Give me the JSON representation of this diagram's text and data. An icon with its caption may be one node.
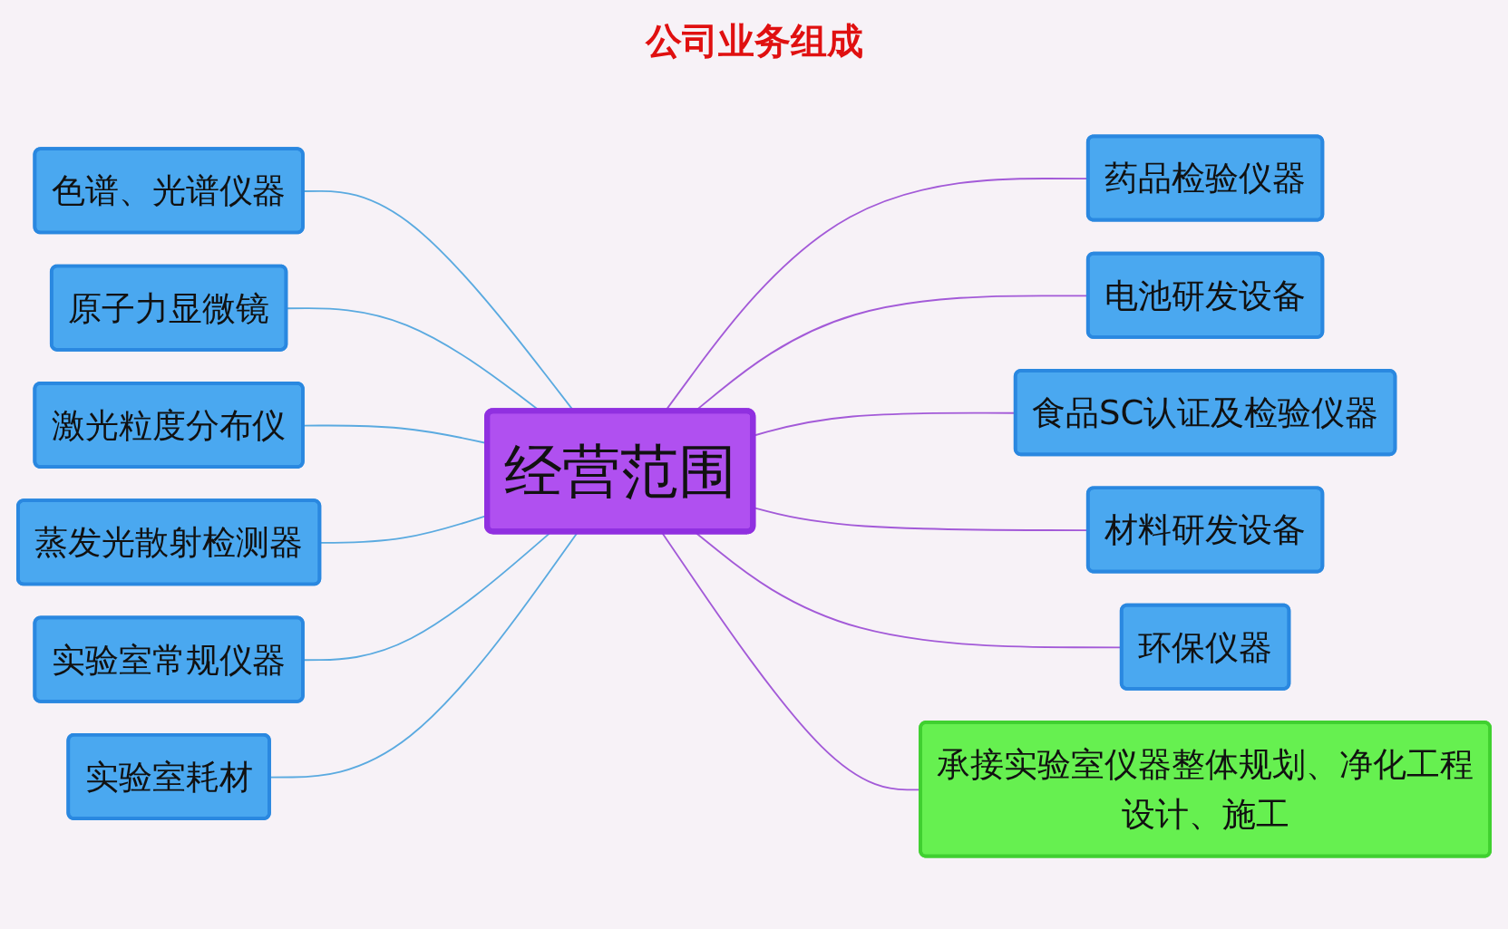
{
  "diagram": {
    "title": "公司业务组成",
    "nodes": [
      {
        "text": [
          "经营范围"
        ]
      },
      {
        "text": [
          "色谱、光谱仪器"
        ]
      },
      {
        "text": [
          "原子力显微镜"
        ]
      },
      {
        "text": [
          "激光粒度分布仪"
        ]
      },
      {
        "text": [
          "蒸发光散射检测器"
        ]
      },
      {
        "text": [
          "实验室常规仪器"
        ]
      },
      {
        "text": [
          "实验室耗材"
        ]
      },
      {
        "text": [
          "药品检验仪器"
        ]
      },
      {
        "text": [
          "电池研发设备"
        ]
      },
      {
        "text": [
          "食品SC认证及检验仪器"
        ]
      },
      {
        "text": [
          "材料研发设备"
        ]
      },
      {
        "text": [
          "环保仪器"
        ]
      },
      {
        "text": [
          "承接实验室仪器整体规划、净化工程设计、施工"
        ]
      }
    ],
    "edges": [
      {
        "from": 1,
        "to": 0,
        "arrow": "none",
        "color": "#5aaae0"
      },
      {
        "from": 2,
        "to": 0,
        "arrow": "none",
        "color": "#5aaae0"
      },
      {
        "from": 3,
        "to": 0,
        "arrow": "none",
        "color": "#5aaae0"
      },
      {
        "from": 4,
        "to": 0,
        "arrow": "none",
        "color": "#5aaae0"
      },
      {
        "from": 5,
        "to": 0,
        "arrow": "none",
        "color": "#5aaae0"
      },
      {
        "from": 6,
        "to": 0,
        "arrow": "none",
        "color": "#5aaae0"
      },
      {
        "from": 0,
        "to": 7,
        "arrow": "none",
        "color": "#a35ad8"
      },
      {
        "from": 0,
        "to": 8,
        "arrow": "none",
        "color": "#a35ad8"
      },
      {
        "from": 0,
        "to": 9,
        "arrow": "none",
        "color": "#a35ad8"
      },
      {
        "from": 0,
        "to": 10,
        "arrow": "none",
        "color": "#a35ad8"
      },
      {
        "from": 0,
        "to": 11,
        "arrow": "none",
        "color": "#a35ad8"
      },
      {
        "from": 0,
        "to": 12,
        "arrow": "none",
        "color": "#a35ad8"
      }
    ]
  }
}
